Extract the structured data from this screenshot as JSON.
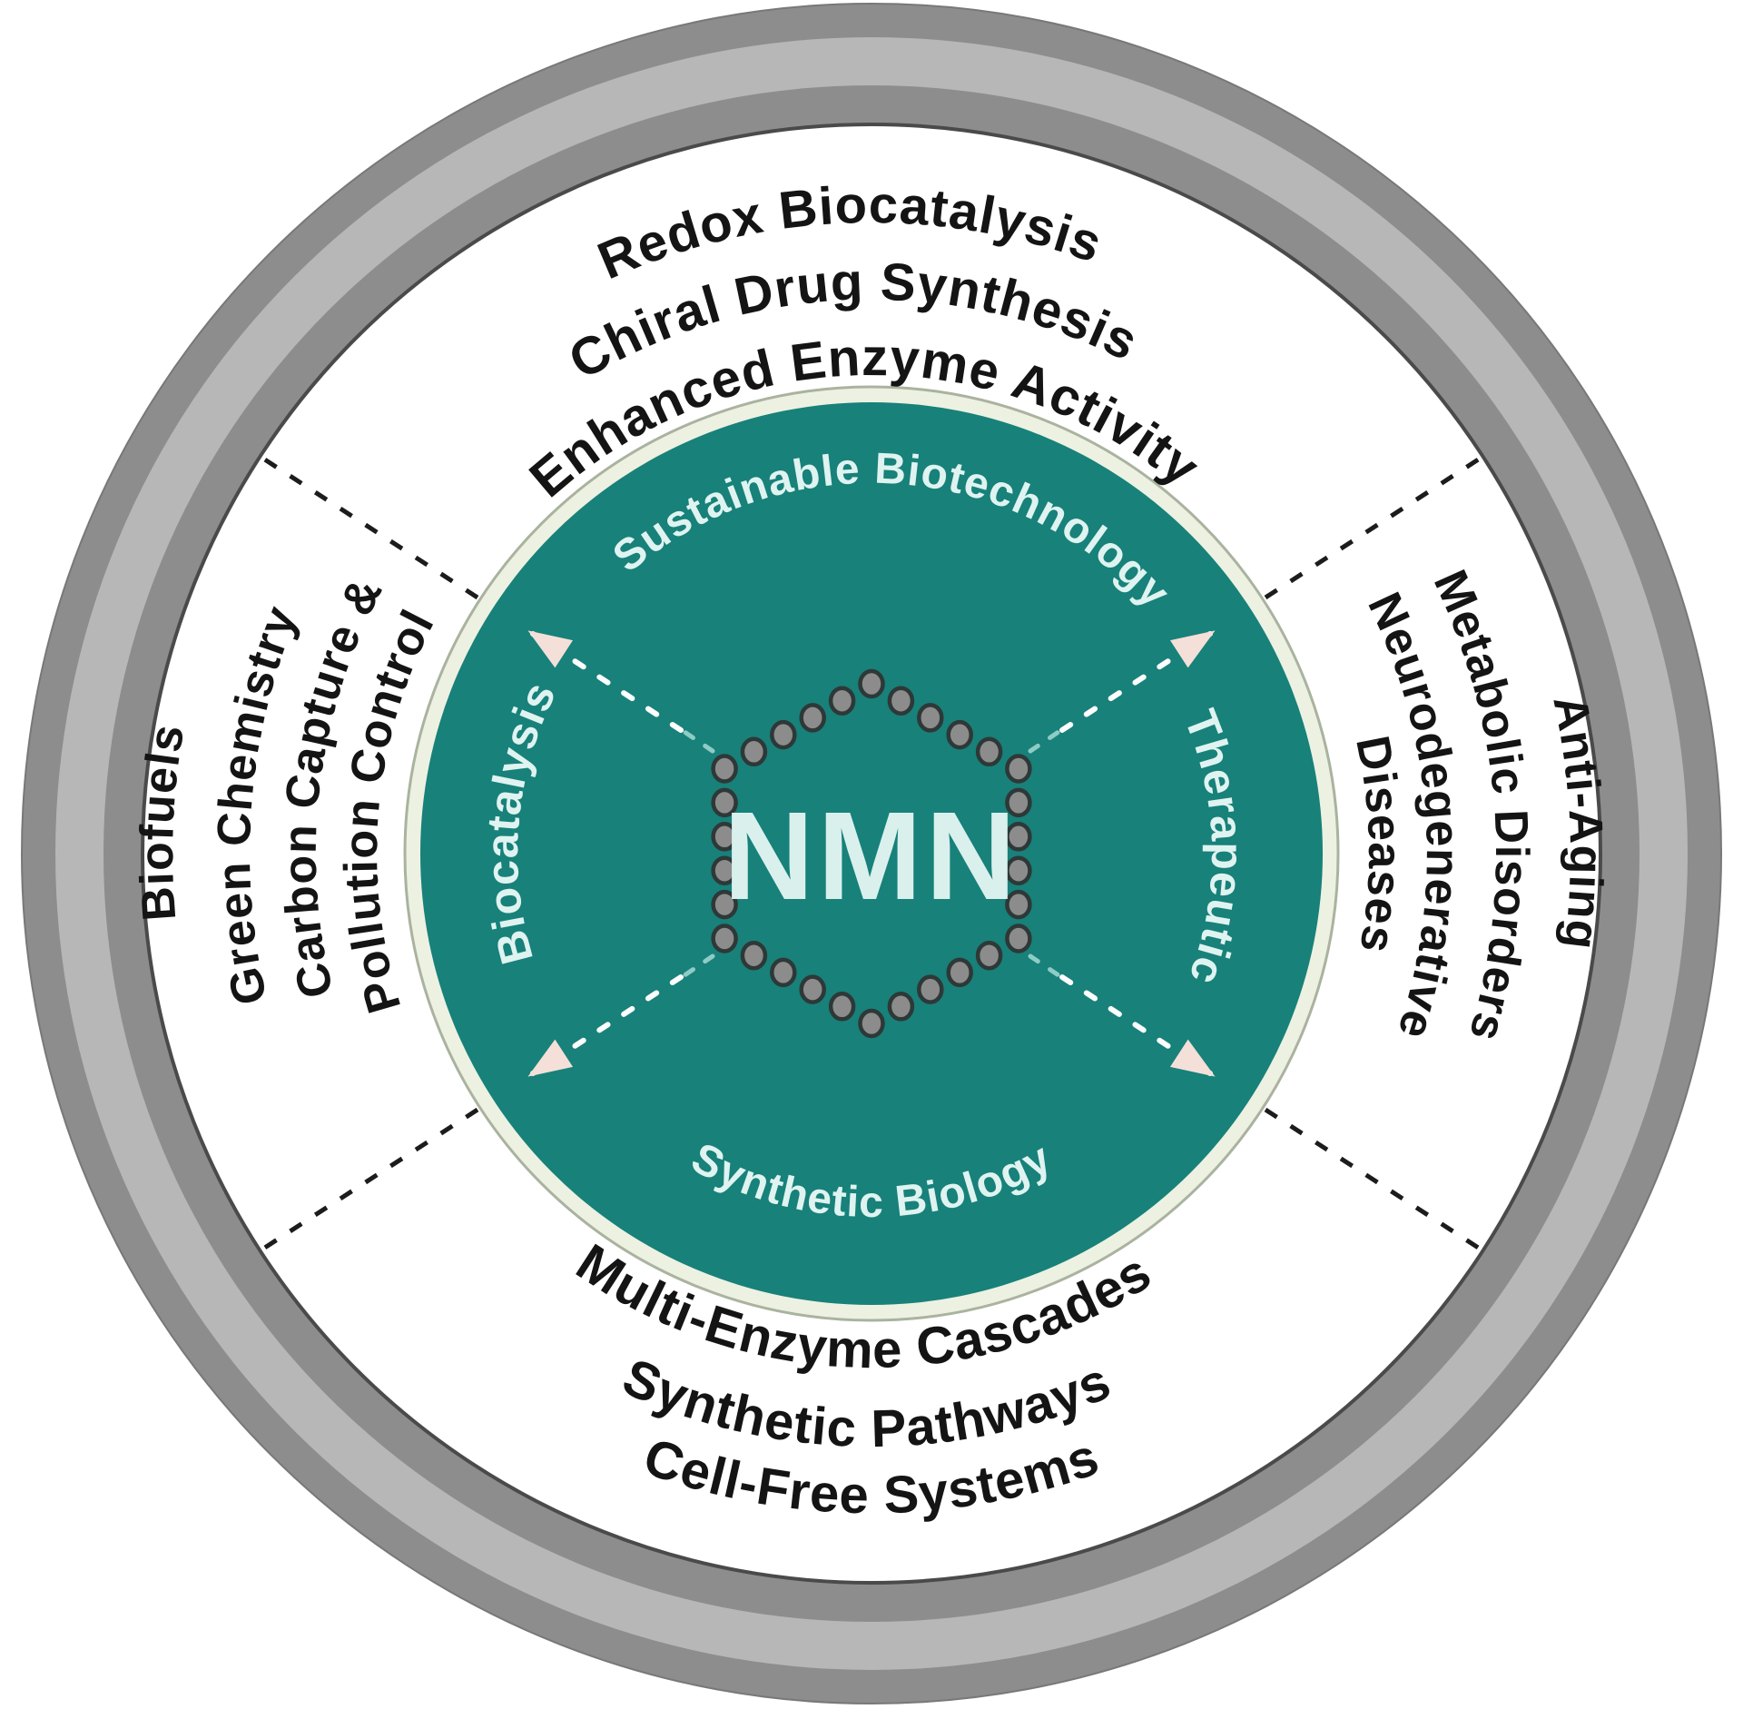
{
  "center": {
    "label": "NMN"
  },
  "inner_circle": {
    "description_labels": [
      "Sustainable Biotechnology",
      "Biocatalysis",
      "Therapeutic",
      "Synthetic Biology"
    ]
  },
  "labels": [
    {
      "id": "sustainable-biotechnology",
      "text": "Sustainable Biotechnology",
      "group": "inner-top"
    },
    {
      "id": "biocatalysis",
      "text": "Biocatalysis",
      "group": "inner-left"
    },
    {
      "id": "therapeutic",
      "text": "Therapeutic",
      "group": "inner-right"
    },
    {
      "id": "synthetic-biology",
      "text": "Synthetic Biology",
      "group": "inner-bottom"
    },
    {
      "id": "redox-biocatalysis",
      "text": "Redox Biocatalysis",
      "group": "ring-top"
    },
    {
      "id": "chiral-drug-synthesis",
      "text": "Chiral Drug Synthesis",
      "group": "ring-top"
    },
    {
      "id": "enhanced-enzyme-activity",
      "text": "Enhanced Enzyme Activity",
      "group": "ring-top"
    },
    {
      "id": "biofuels",
      "text": "Biofuels",
      "group": "ring-left"
    },
    {
      "id": "green-chemistry",
      "text": "Green Chemistry",
      "group": "ring-left"
    },
    {
      "id": "carbon-capture",
      "text": "Carbon Capture &",
      "group": "ring-left"
    },
    {
      "id": "pollution-control",
      "text": "Pollution Control",
      "group": "ring-left"
    },
    {
      "id": "anti-aging",
      "text": "Anti-Aging",
      "group": "ring-right"
    },
    {
      "id": "metabolic-disorders",
      "text": "Metabolic Disorders",
      "group": "ring-right"
    },
    {
      "id": "neurodegenerative",
      "text": "Neurodegenerative",
      "group": "ring-right"
    },
    {
      "id": "diseases",
      "text": "Diseases",
      "group": "ring-right"
    },
    {
      "id": "multi-enzyme-cascades",
      "text": "Multi-Enzyme Cascades",
      "group": "ring-bottom"
    },
    {
      "id": "synthetic-pathways",
      "text": "Synthetic Pathways",
      "group": "ring-bottom"
    },
    {
      "id": "cell-free-systems",
      "text": "Cell-Free Systems",
      "group": "ring-bottom"
    }
  ],
  "colors": {
    "teal": "#17817a",
    "teal_border_cream": "#edf1e1",
    "teal_border_line": "#a9b39f",
    "ring_dark_gray": "#8d8d8d",
    "ring_light_gray": "#b7b7b7",
    "ring_inner_edge": "#4a4a4a",
    "white": "#ffffff",
    "text_dark": "#141414",
    "text_mint": "#dff3f0",
    "center_text": "#daf0ed",
    "dash_black": "#1c1c1c",
    "dash_white": "#fdfdfd",
    "dash_faint_teal": "#8eccc6",
    "arrowhead": "#f4e0d8",
    "hex_dot_fill": "#8c8c8c",
    "hex_dot_stroke": "#2e3837"
  }
}
